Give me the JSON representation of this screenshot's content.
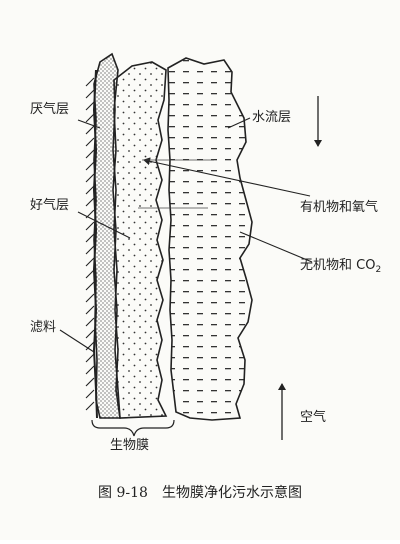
{
  "labels": {
    "anaerobic_layer": "厌气层",
    "aerobic_layer": "好气层",
    "filter_media": "滤料",
    "biofilm": "生物膜",
    "water_flow_layer": "水流层",
    "organic_oxygen": "有机物和氧气",
    "inorganic_co2_prefix": "无机物和 CO",
    "inorganic_co2_sub": "2",
    "air": "空气"
  },
  "caption": {
    "number": "图 9-18",
    "title": "生物膜净化污水示意图"
  },
  "colors": {
    "ink": "#222222",
    "paper": "#fbfbf8"
  }
}
